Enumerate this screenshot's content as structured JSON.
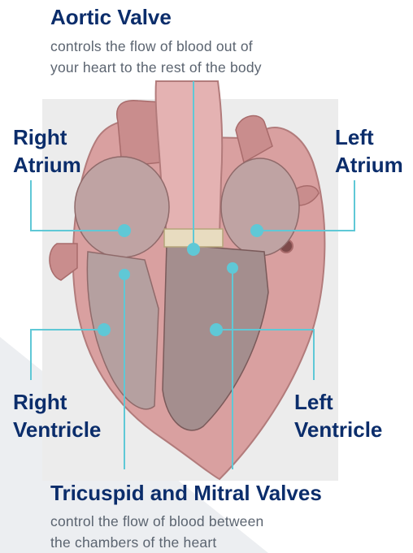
{
  "labels": {
    "aortic_valve": {
      "title": "Aortic Valve",
      "desc_line1": "controls the flow of blood out of",
      "desc_line2": "your heart to the rest of the body"
    },
    "right_atrium": {
      "line1": "Right",
      "line2": "Atrium"
    },
    "left_atrium": {
      "line1": "Left",
      "line2": "Atrium"
    },
    "right_ventricle": {
      "line1": "Right",
      "line2": "Ventricle"
    },
    "left_ventricle": {
      "line1": "Left",
      "line2": "Ventricle"
    },
    "valves": {
      "title": "Tricuspid and Mitral Valves",
      "desc_line1": "control the flow of blood between",
      "desc_line2": "the chambers of the heart"
    }
  },
  "colors": {
    "title": "#0b2d6b",
    "description": "#5b6470",
    "callout": "#5fc8d6",
    "heart_wall": "#d9a0a0",
    "heart_dark": "#a86b6b",
    "panel": "#ececec"
  }
}
